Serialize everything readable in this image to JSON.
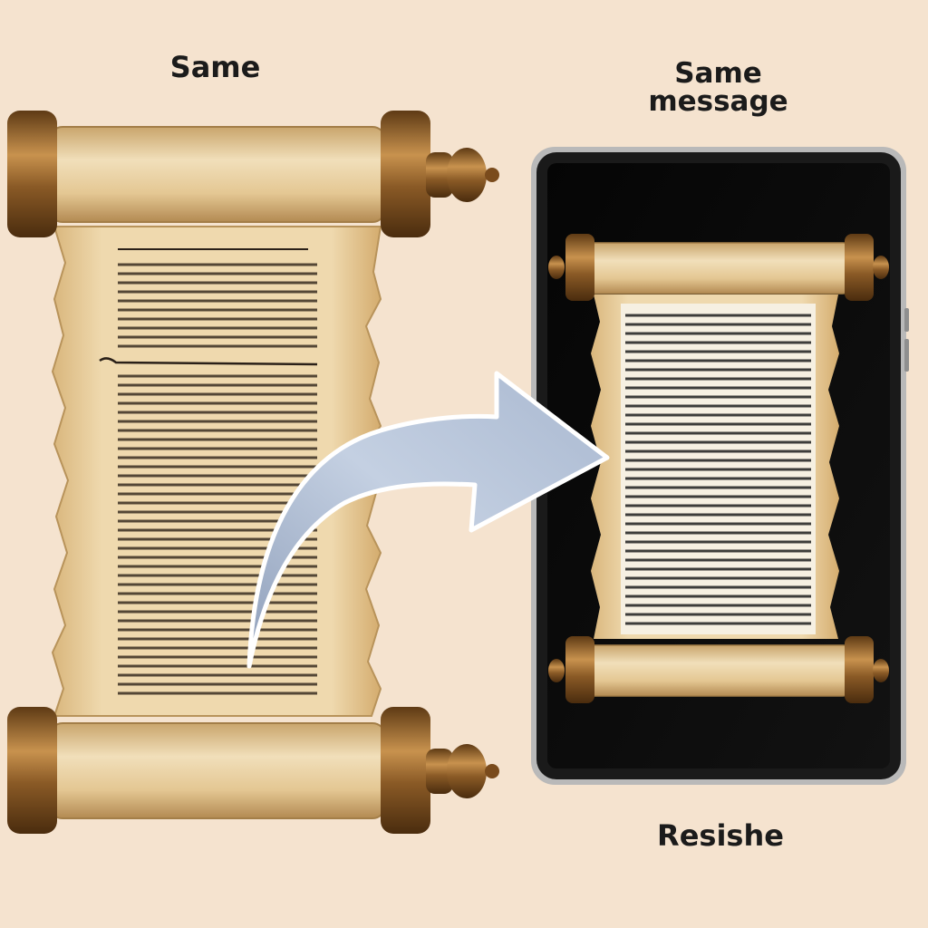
{
  "captions": {
    "left": "Same",
    "right_line1": "Same",
    "right_line2": "message",
    "bottom": "Resishe"
  },
  "colors": {
    "background": "#f5e3cf",
    "parchment": "#e8cf9f",
    "rod_brass": "#8a5a26",
    "tablet_frame": "#1a1a1a",
    "arrow": "#b8c6dc"
  },
  "icons": [
    "scroll-icon",
    "tablet-icon",
    "arrow-icon"
  ]
}
